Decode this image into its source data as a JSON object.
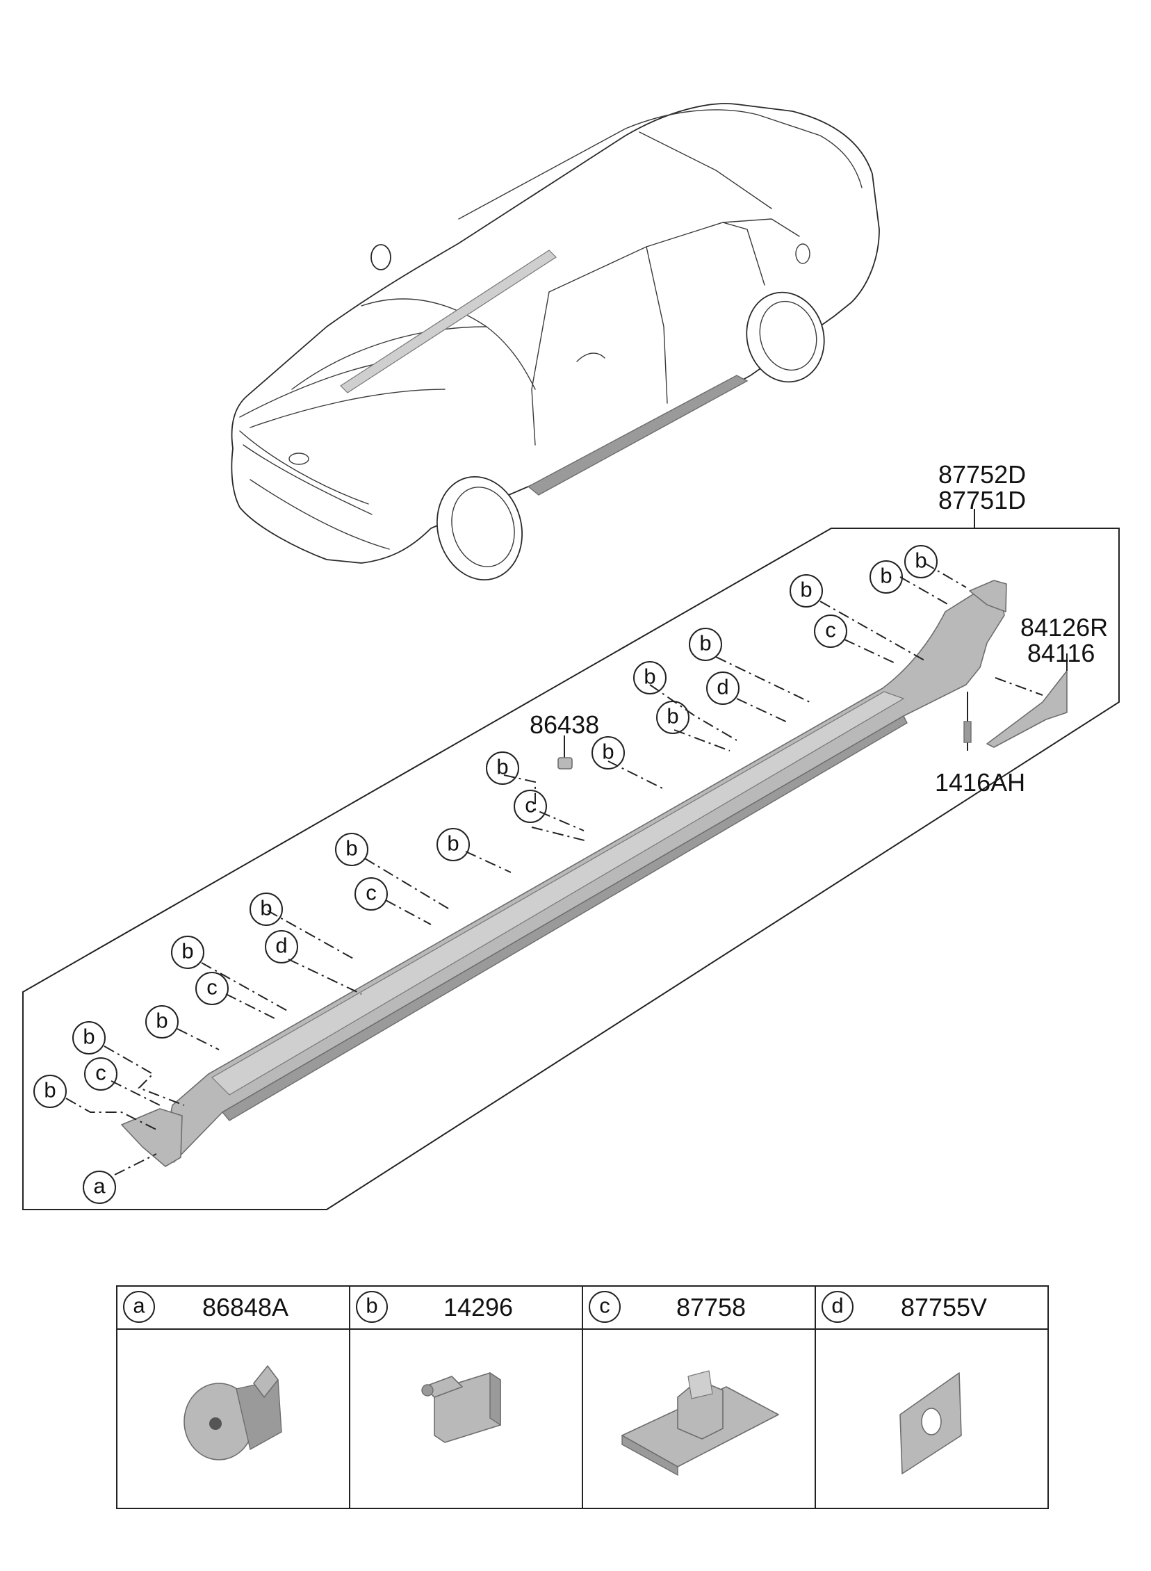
{
  "callouts": {
    "side_sill_rh": "87752D",
    "side_sill_lh": "87751D",
    "mud_guard_rh": "84126R",
    "mud_guard_lh": "84116",
    "screw": "1416AH",
    "clip_86438": "86438"
  },
  "bubbles": {
    "a": "a",
    "b": "b",
    "c": "c",
    "d": "d"
  },
  "legend": {
    "items": [
      {
        "letter": "a",
        "part_no": "86848A",
        "icon": "push-nut-fastener-icon"
      },
      {
        "letter": "b",
        "part_no": "14296",
        "icon": "square-clip-icon"
      },
      {
        "letter": "c",
        "part_no": "87758",
        "icon": "retainer-clip-icon"
      },
      {
        "letter": "d",
        "part_no": "87755V",
        "icon": "square-pad-icon"
      }
    ]
  },
  "colors": {
    "line": "#222222",
    "part_fill": "#b9b9b9",
    "part_shadow": "#9a9a9a"
  }
}
